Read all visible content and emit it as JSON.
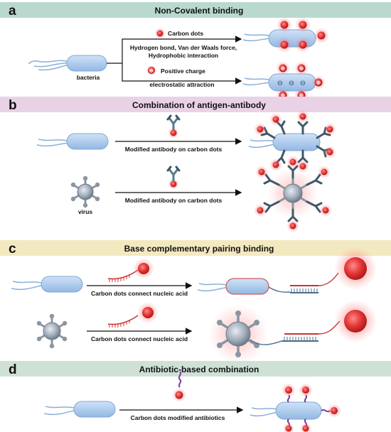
{
  "panels": [
    {
      "letter": "a",
      "title": "Non-Covalent binding",
      "color": "#b9d9cf"
    },
    {
      "letter": "b",
      "title": "Combination of antigen-antibody",
      "color": "#ead2e6"
    },
    {
      "letter": "c",
      "title": "Base complementary pairing binding",
      "color": "#f3e9c0"
    },
    {
      "letter": "d",
      "title": "Antibiotic-based combination",
      "color": "#cfe1d6"
    }
  ],
  "a": {
    "carbon_dots": "Carbon dots",
    "forces_line1": "Hydrogen bond, Van der Waals force,",
    "forces_line2": "Hydrophobic interaction",
    "positive_charge": "Positive charge",
    "electrostatic": "electrostatic attraction",
    "bacteria": "bacteria"
  },
  "b": {
    "antibody_caption_1": "Modified antibody on carbon dots",
    "antibody_caption_2": "Modified antibody on carbon dots",
    "virus": "virus"
  },
  "c": {
    "nucleic_caption_1": "Carbon dots connect nucleic acid",
    "nucleic_caption_2": "Carbon dots connect nucleic acid"
  },
  "d": {
    "antibiotic_caption": "Carbon dots modified antibiotics"
  },
  "colors": {
    "carbon_dot": "#e23a3a",
    "bacteria": "#a9c8ec",
    "virus": "#9aa7b4",
    "antibody": "#5a7a8a",
    "dna_red": "#c83434",
    "dna_blue": "#4a6d8c",
    "antibiotic": "#7a3a9a"
  }
}
